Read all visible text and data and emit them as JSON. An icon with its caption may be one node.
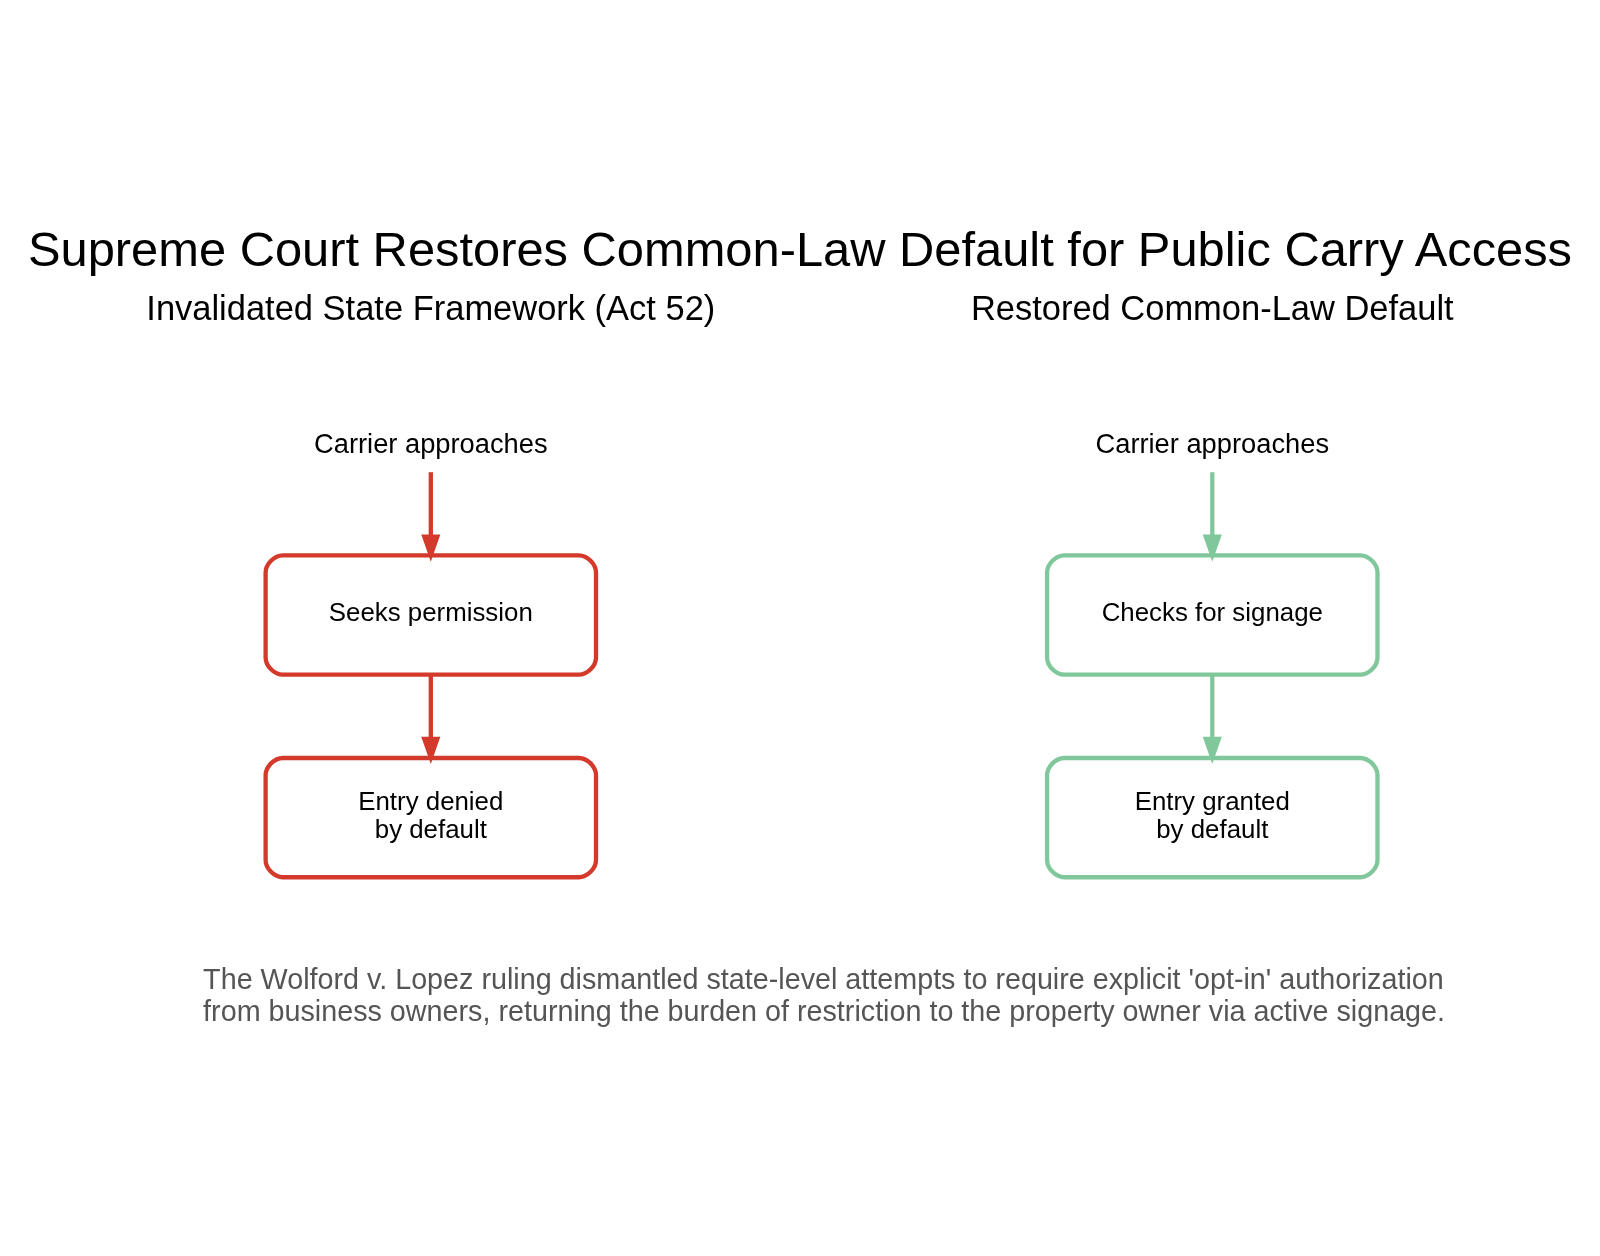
{
  "diagram": {
    "title": "Supreme Court Restores Common-Law Default for Public Carry Access",
    "caption": "The Wolford v. Lopez ruling dismantled state-level attempts to require explicit 'opt-in' authorization from business owners, returning the burden of restriction to the property owner via active signage.",
    "nodes": [
      {
        "text": [
          "Carrier approaches"
        ]
      },
      {
        "text": [
          "Seeks permission"
        ]
      },
      {
        "text": [
          "Entry denied by default"
        ]
      },
      {
        "text": [
          "Carrier approaches"
        ]
      },
      {
        "text": [
          "Checks for signage"
        ]
      },
      {
        "text": [
          "Entry granted by default"
        ]
      }
    ],
    "edges": [
      {
        "from": 0,
        "to": 1,
        "arrow": "to",
        "color": "#d43a2c"
      },
      {
        "from": 1,
        "to": 2,
        "arrow": "to",
        "color": "#d43a2c"
      },
      {
        "from": 3,
        "to": 4,
        "arrow": "to",
        "color": "#80c89b"
      },
      {
        "from": 4,
        "to": 5,
        "arrow": "to",
        "color": "#80c89b"
      }
    ],
    "labels": [
      "Invalidated State Framework (Act 52)",
      "Restored Common-Law Default"
    ]
  }
}
